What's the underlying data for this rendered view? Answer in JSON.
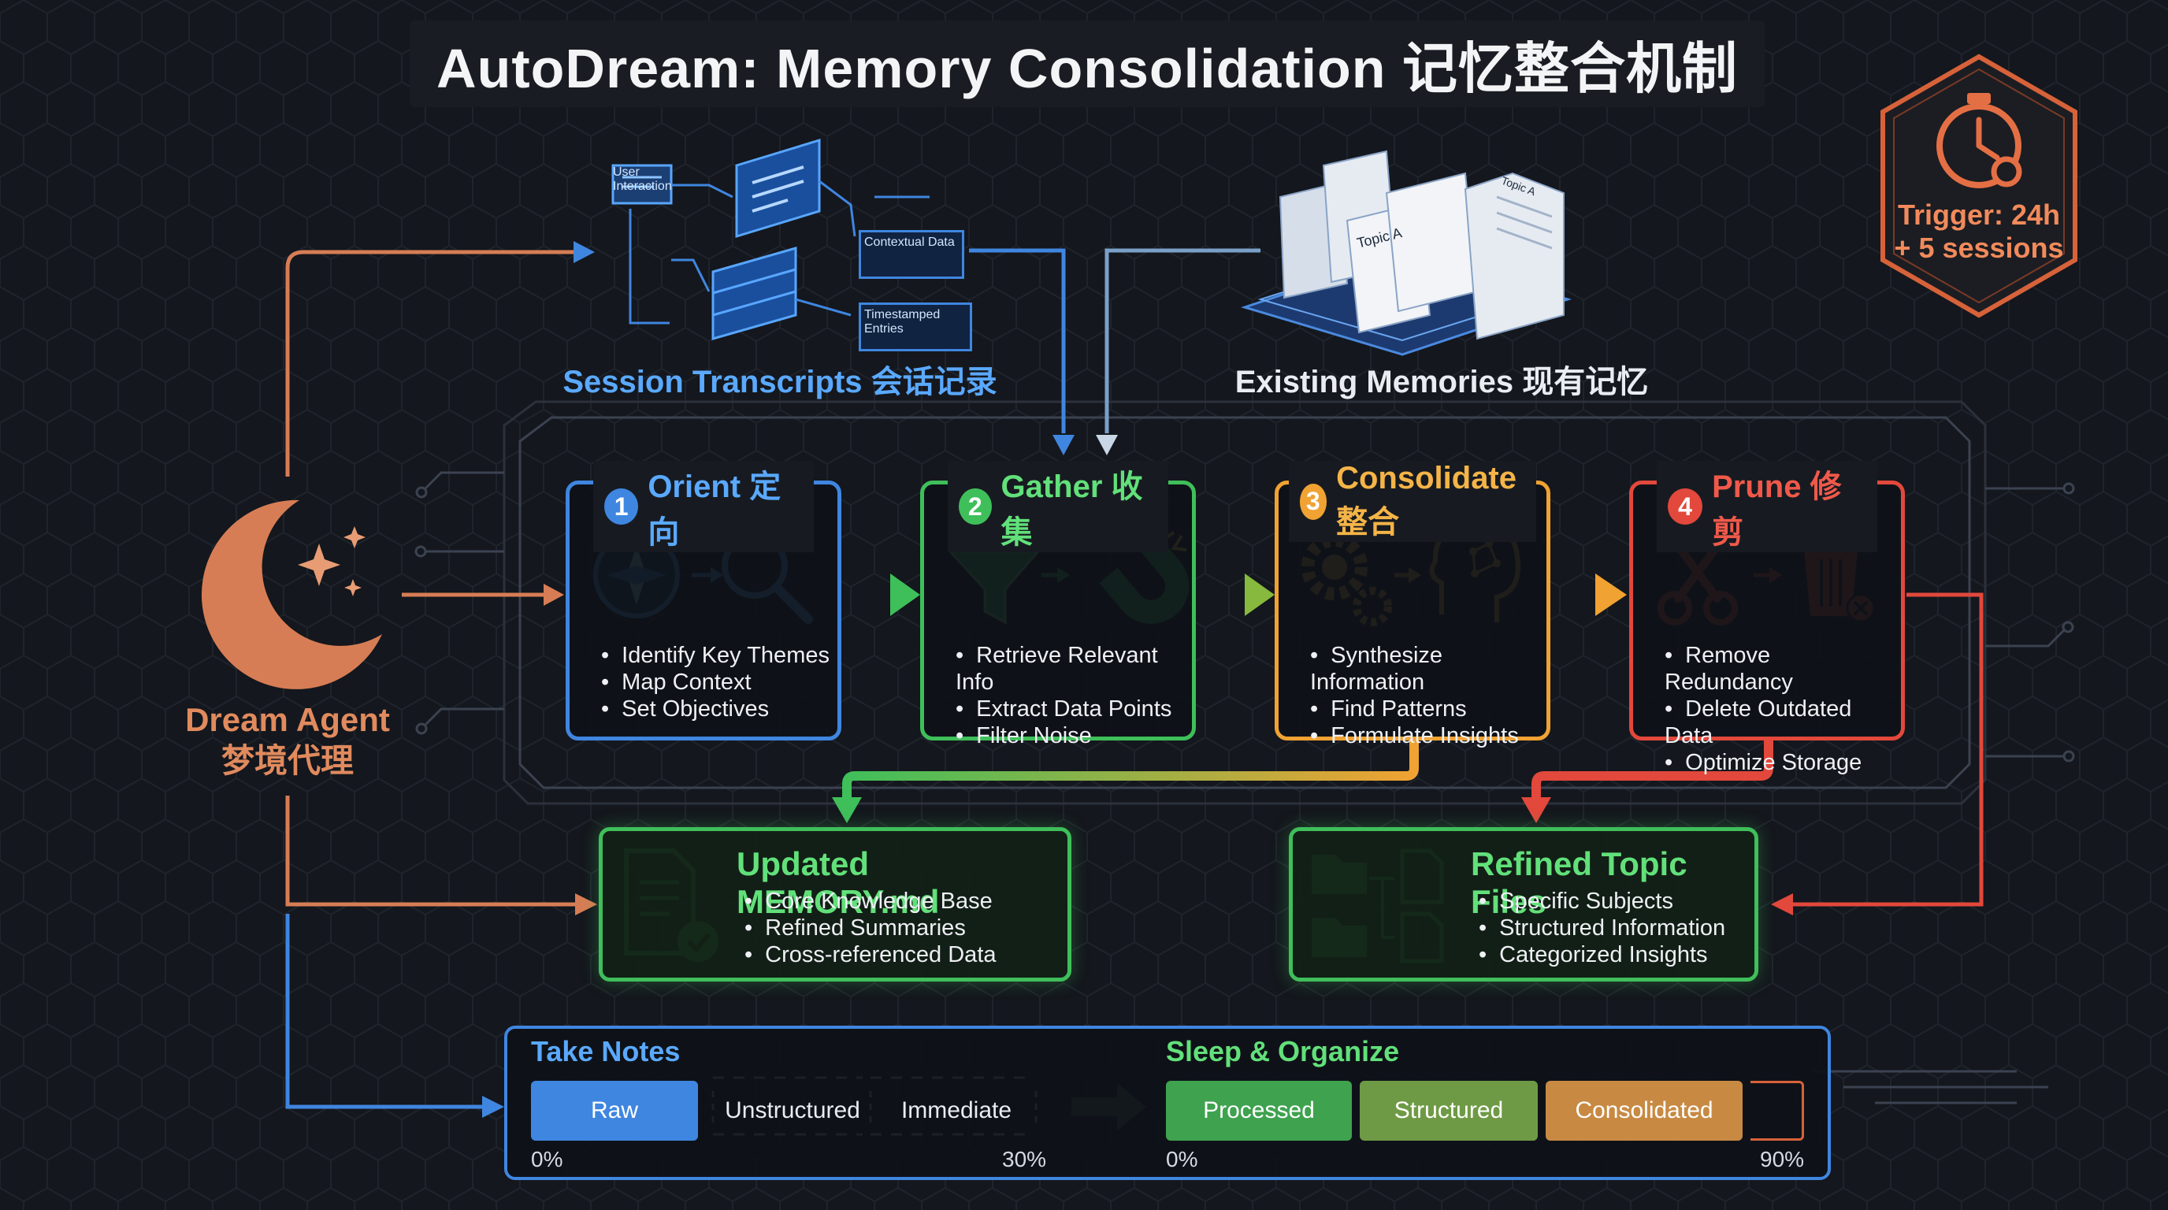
{
  "title": "AutoDream: Memory Consolidation 记忆整合机制",
  "trigger": {
    "line1": "Trigger: 24h",
    "line2": "+ 5 sessions"
  },
  "agent": {
    "line1": "Dream Agent",
    "line2": "梦境代理"
  },
  "sources": {
    "transcripts": {
      "label": "Session Transcripts 会话记录",
      "tags": [
        "User Interaction",
        "Contextual Data",
        "Timestamped Entries"
      ]
    },
    "memories": {
      "label": "Existing Memories 现有记忆",
      "doc_tags": [
        "Topic A",
        "Topic A"
      ]
    }
  },
  "stages": [
    {
      "num": "1",
      "title": "Orient 定向",
      "bullets": [
        "Identify Key Themes",
        "Map Context",
        "Set Objectives"
      ],
      "color": "#3f86e0"
    },
    {
      "num": "2",
      "title": "Gather 收集",
      "bullets": [
        "Retrieve Relevant Info",
        "Extract Data Points",
        "Filter Noise"
      ],
      "color": "#3fbf5a"
    },
    {
      "num": "3",
      "title": "Consolidate 整合",
      "bullets": [
        "Synthesize Information",
        "Find Patterns",
        "Formulate Insights"
      ],
      "color": "#f0a232"
    },
    {
      "num": "4",
      "title": "Prune 修剪",
      "bullets": [
        "Remove Redundancy",
        "Delete Outdated Data",
        "Optimize Storage"
      ],
      "color": "#e2483b"
    }
  ],
  "outputs": {
    "memory_md": {
      "title": "Updated MEMORY.md",
      "bullets": [
        "Core Knowledge Base",
        "Refined Summaries",
        "Cross-referenced Data"
      ]
    },
    "topic_files": {
      "title": "Refined Topic Files",
      "bullets": [
        "Specific Subjects",
        "Structured Information",
        "Categorized Insights"
      ]
    }
  },
  "progress": {
    "notes": {
      "label": "Take Notes",
      "segments": [
        "Raw",
        "Unstructured",
        "Immediate"
      ],
      "start": "0%",
      "end": "30%"
    },
    "organize": {
      "label": "Sleep & Organize",
      "segments": [
        "Processed",
        "Structured",
        "Consolidated"
      ],
      "start": "0%",
      "end": "90%"
    }
  }
}
